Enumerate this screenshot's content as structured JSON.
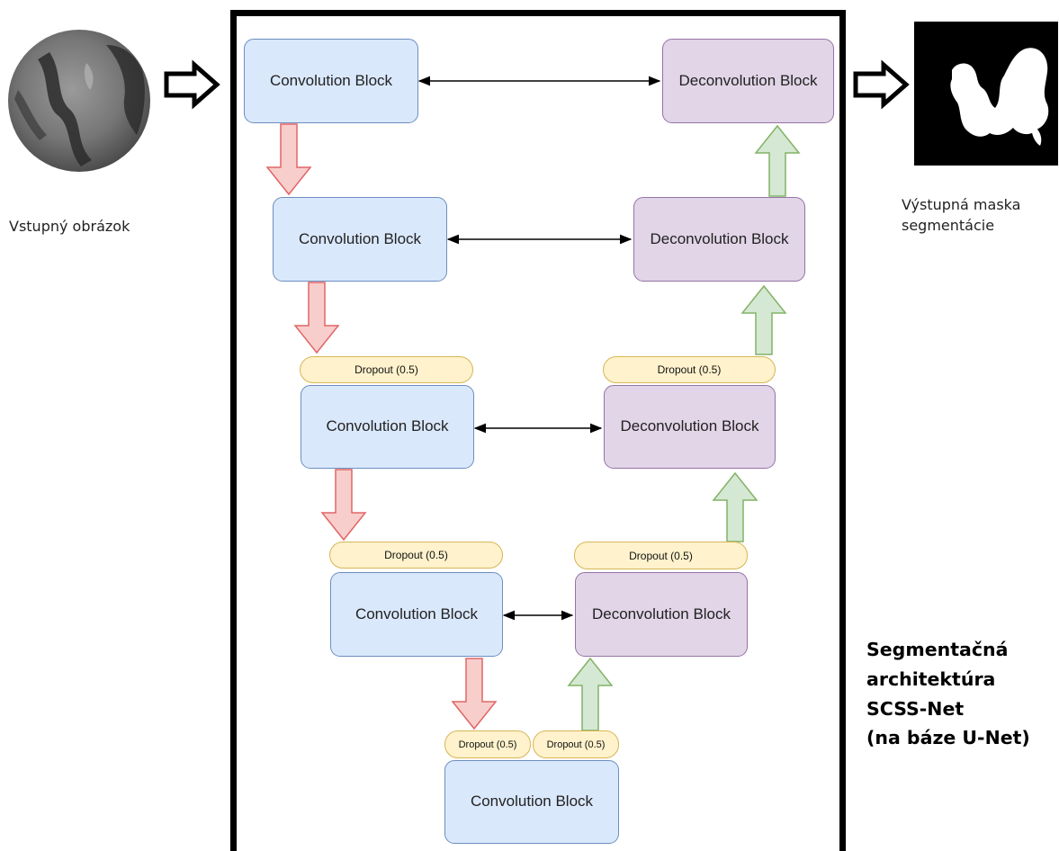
{
  "input_label": "Vstupný obrázok",
  "output_label": "Výstupná maska segmentácie",
  "title_lines": [
    "Segmentačná",
    "architektúra",
    "SCSS-Net",
    "(na báze U-Net)"
  ],
  "encoder": [
    {
      "label": "Convolution Block"
    },
    {
      "label": "Convolution Block"
    },
    {
      "label": "Convolution Block",
      "dropout": "Dropout (0.5)"
    },
    {
      "label": "Convolution Block",
      "dropout": "Dropout (0.5)"
    },
    {
      "label": "Convolution Block",
      "dropout": [
        "Dropout (0.5)",
        "Dropout (0.5)"
      ]
    }
  ],
  "decoder": [
    {
      "label": "Deconvolution Block"
    },
    {
      "label": "Deconvolution Block"
    },
    {
      "label": "Deconvolution Block",
      "dropout": "Dropout (0.5)"
    },
    {
      "label": "Deconvolution Block",
      "dropout": "Dropout (0.5)"
    }
  ],
  "colors": {
    "conv_fill": "#dae8fc",
    "conv_border": "#6c8ebf",
    "deconv_fill": "#e1d5e7",
    "deconv_border": "#9673a6",
    "dropout_fill": "#fff2cc",
    "dropout_border": "#d6b656",
    "down_arrow_fill": "#f8cecc",
    "down_arrow_border": "#e06666",
    "up_arrow_fill": "#d5e8d4",
    "up_arrow_border": "#82b366"
  }
}
